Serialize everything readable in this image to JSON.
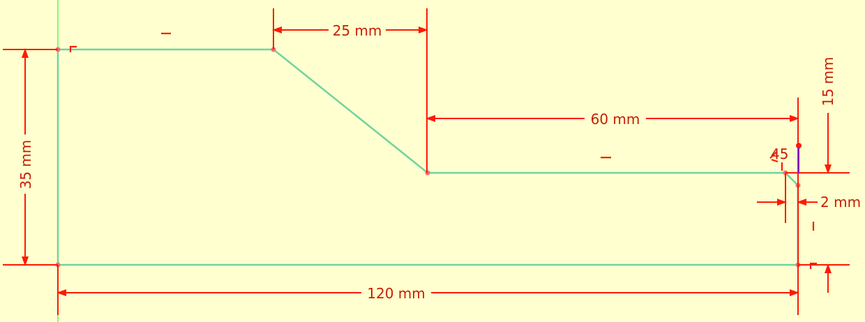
{
  "dimensions": {
    "top_chamfer_length": "25 mm",
    "lower_flat_length": "60 mm",
    "overall_height": "35 mm",
    "step_height": "15 mm",
    "chamfer_width": "2 mm",
    "overall_length": "120 mm",
    "chamfer_angle": "45"
  },
  "colors": {
    "background": "#ffffcf",
    "geometry": "#6fd49f",
    "dimension": "#ff1a00",
    "dimension_text": "#c81e00",
    "vertex": "#f07070",
    "y_axis": "#44ee44"
  }
}
